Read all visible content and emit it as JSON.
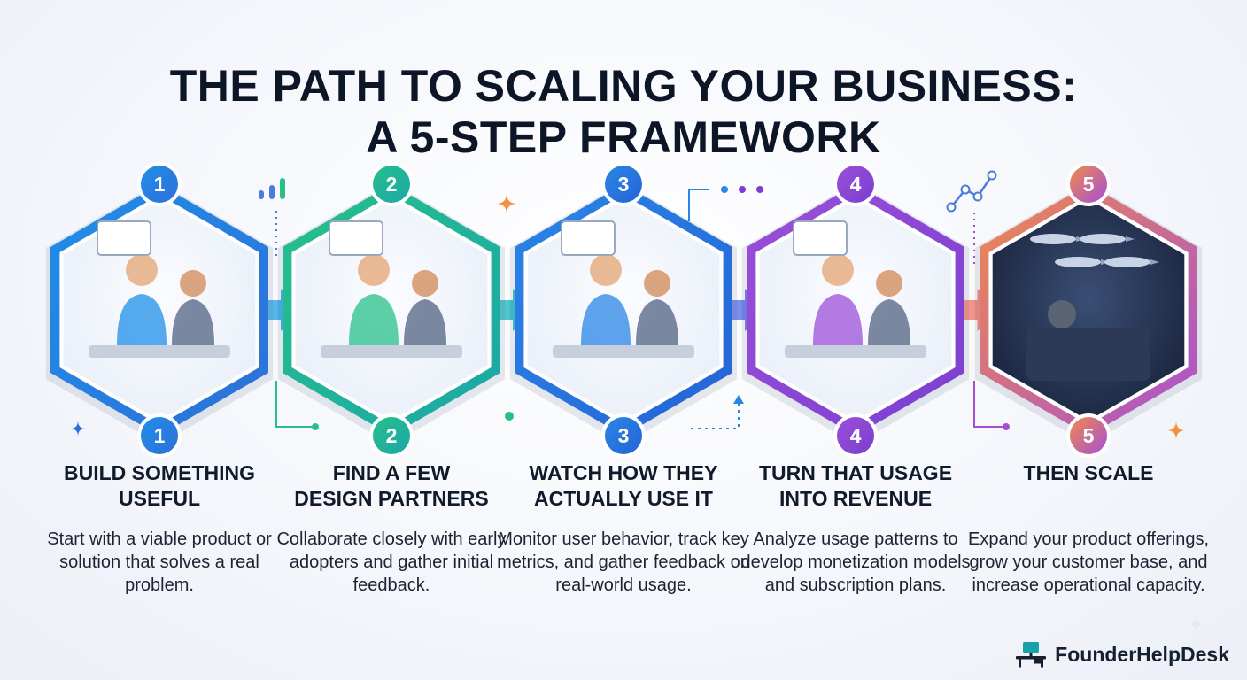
{
  "header": {
    "title_line1": "THE PATH TO SCALING YOUR BUSINESS:",
    "title_line2": "A 5-STEP FRAMEWORK"
  },
  "steps": [
    {
      "number": "1",
      "title_line1": "BUILD SOMETHING",
      "title_line2": "USEFUL",
      "description": "Start with a viable product or solution that solves a real problem.",
      "color_start": "#1f8fe8",
      "color_end": "#2e6fd8",
      "illustration": "gear-machine-icon"
    },
    {
      "number": "2",
      "title_line1": "FIND A FEW",
      "title_line2": "DESIGN PARTNERS",
      "description": "Collaborate closely with early adopters and gather initial feedback.",
      "color_start": "#27c08a",
      "color_end": "#1aa7a8",
      "illustration": "team-meeting-icon"
    },
    {
      "number": "3",
      "title_line1": "WATCH HOW THEY",
      "title_line2": "ACTUALLY USE IT",
      "description": "Monitor user behavior, track key metrics, and gather feedback on real-world usage.",
      "color_start": "#2a86e6",
      "color_end": "#2563d6",
      "illustration": "analytics-screen-icon"
    },
    {
      "number": "4",
      "title_line1": "TURN THAT USAGE",
      "title_line2": "INTO REVENUE",
      "description": "Analyze usage patterns to develop monetization models and subscription plans.",
      "color_start": "#9b4fd8",
      "color_end": "#7a3fd0",
      "illustration": "revenue-chart-icon"
    },
    {
      "number": "5",
      "title_line1": "THEN SCALE",
      "title_line2": "",
      "description": "Expand your product offerings, grow your customer base, and increase operational capacity.",
      "color_start": "#f08a4b",
      "color_end": "#a64fd4",
      "illustration": "rocket-fleet-icon"
    }
  ],
  "arrow_colors": [
    "#2aa7e8",
    "#22b9c4",
    "#5b6ee8",
    "#f27b6e"
  ],
  "brand": {
    "name": "FounderHelpDesk",
    "icon": "desk-icon",
    "color": "#1aa0a8"
  }
}
